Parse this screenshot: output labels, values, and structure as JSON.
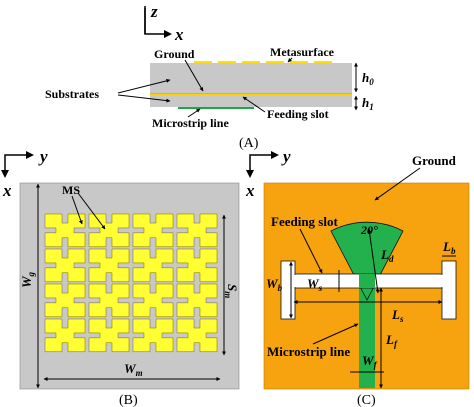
{
  "panel_a": {
    "axis_z": "z",
    "axis_x": "x",
    "label_ground": "Ground",
    "label_metasurface": "Metasurface",
    "label_substrates": "Substrates",
    "label_feeding_slot": "Feeding slot",
    "label_microstrip": "Microstrip line",
    "dim_h0": "h",
    "dim_h0_sub": "0",
    "dim_h1": "h",
    "dim_h1_sub": "1",
    "caption": "(A)"
  },
  "panel_b": {
    "axis_x": "x",
    "axis_y": "y",
    "label_ms": "MS",
    "dim_wg": "W",
    "dim_wg_sub": "g",
    "dim_sm": "S",
    "dim_sm_sub": "m",
    "dim_wm": "W",
    "dim_wm_sub": "m",
    "caption": "(B)"
  },
  "panel_c": {
    "axis_x": "x",
    "axis_y": "y",
    "label_ground": "Ground",
    "label_feeding_slot": "Feeding slot",
    "label_microstrip": "Microstrip line",
    "angle": "20°",
    "dim_ld": "L",
    "dim_ld_sub": "d",
    "dim_lb": "L",
    "dim_lb_sub": "b",
    "dim_wb": "W",
    "dim_wb_sub": "b",
    "dim_ws": "W",
    "dim_ws_sub": "s",
    "dim_ls": "L",
    "dim_ls_sub": "s",
    "dim_lf": "L",
    "dim_lf_sub": "f",
    "dim_wf": "W",
    "dim_wf_sub": "f",
    "caption": "(C)"
  },
  "colors": {
    "gray": "#c8c8c8",
    "yellow": "#ffff33",
    "ground_orange": "#f7a20f",
    "green": "#18a845",
    "microstrip_green": "#22b14c"
  }
}
